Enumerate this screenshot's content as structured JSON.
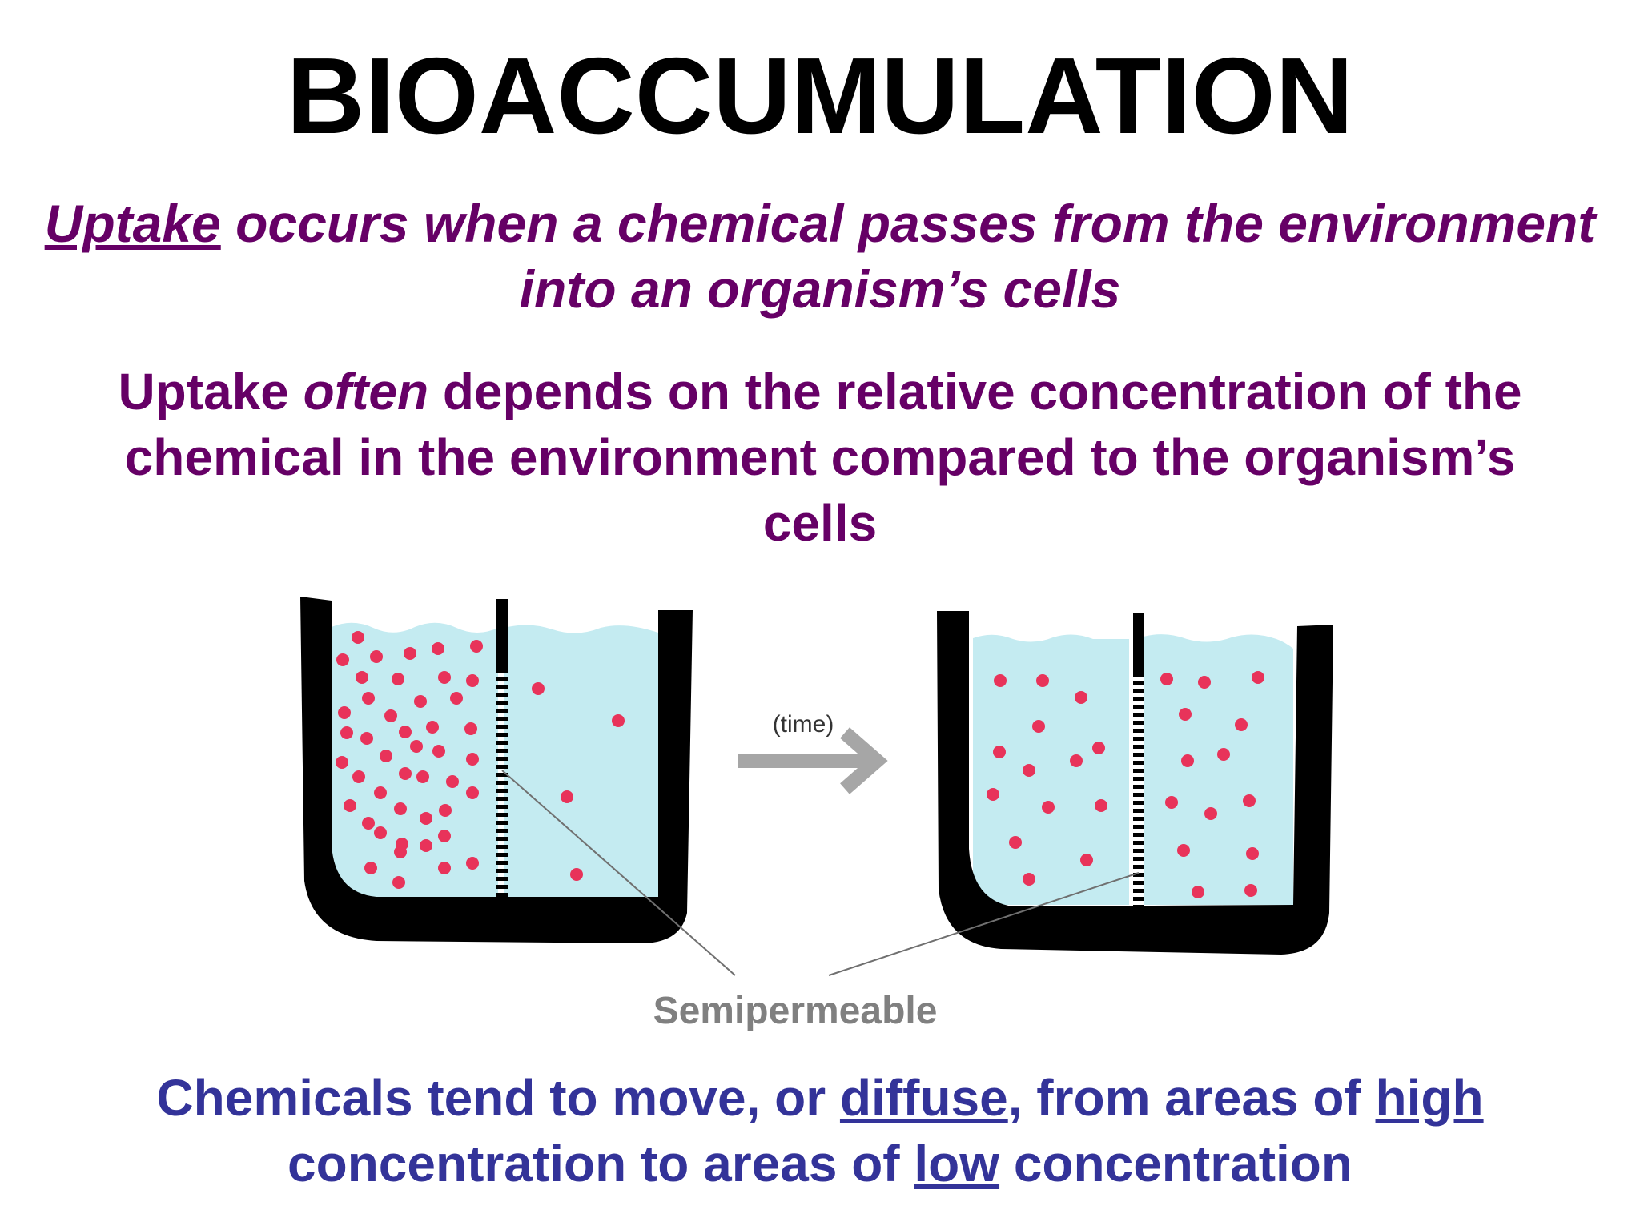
{
  "title": "BIOACCUMULATION",
  "definition": {
    "term": "Uptake",
    "rest_line1": " occurs when a chemical passes from the environment",
    "line2": "into an organism’s cells"
  },
  "dependency": {
    "part1": "Uptake ",
    "emph": "often",
    "part2": " depends on the relative concentration of the",
    "line2": "chemical in the environment compared to the organism’s",
    "line3": "cells"
  },
  "diagram": {
    "arrow_label": "(time)",
    "membrane_label": "Semipermeable",
    "colors": {
      "water": "#c4ebf1",
      "container": "#000000",
      "particle": "#e8335a",
      "arrow": "#a6a6a6",
      "membrane_label": "#808080"
    }
  },
  "conclusion": {
    "t1": "Chemicals tend to move, or ",
    "u1": "diffuse",
    "t2": ", from areas of ",
    "u2": "high",
    "line2a": "concentration to areas of ",
    "u3": "low",
    "line2b": " concentration"
  },
  "colors": {
    "title": "#000000",
    "purple": "#660066",
    "blue": "#333399"
  }
}
